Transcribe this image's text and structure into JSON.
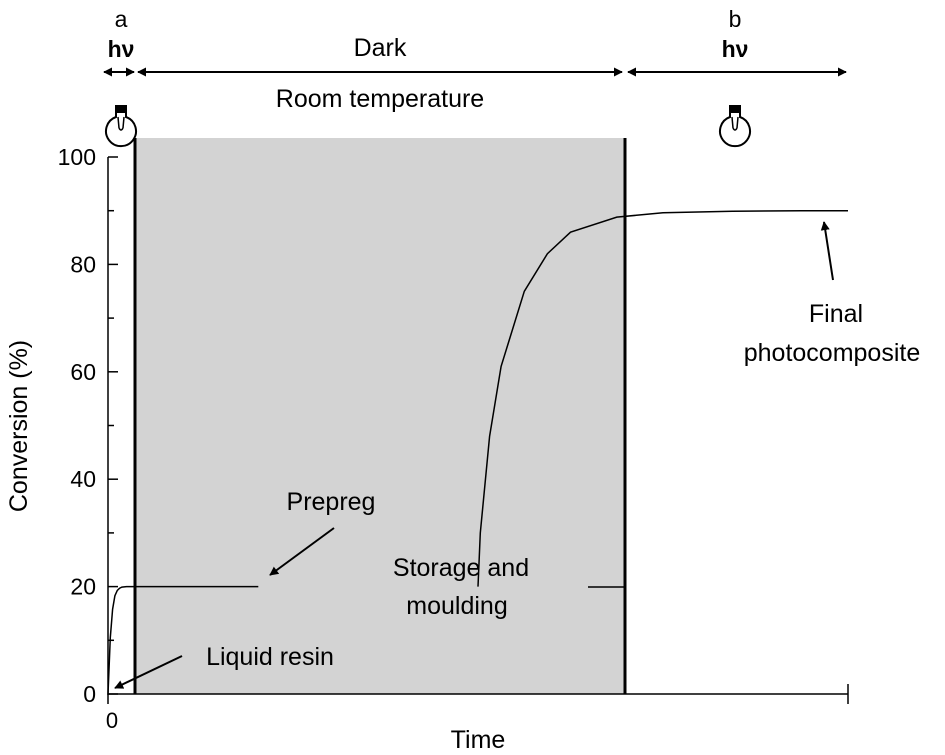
{
  "chart_data": {
    "type": "line",
    "xlabel": "Time",
    "ylabel": "Conversion (%)",
    "ylim": [
      0,
      100
    ],
    "x_tick_labels": [
      "0"
    ],
    "y_ticks": [
      0,
      20,
      40,
      60,
      80,
      100
    ],
    "grid": false,
    "phases": {
      "a": {
        "letter": "a",
        "symbol": "hν"
      },
      "dark": {
        "label": "Dark",
        "sublabel": "Room temperature"
      },
      "b": {
        "letter": "b",
        "symbol": "hν"
      }
    },
    "shaded_region_label": [
      "Storage and",
      "moulding"
    ],
    "annotations": {
      "prepreg": "Prepreg",
      "liquid_resin": "Liquid resin",
      "final": [
        "Final",
        "photocomposite"
      ]
    },
    "series": [
      {
        "x": [
          0,
          0.01,
          0.02,
          0.03,
          0.04,
          0.05,
          0.06,
          0.08,
          0.1,
          0.3,
          0.65
        ],
        "y": [
          0,
          10.5,
          15.8,
          18.3,
          19.3,
          19.7,
          19.9,
          20,
          20,
          20,
          20
        ]
      },
      {
        "x": [
          1.6,
          1.61,
          1.65,
          1.7,
          1.8,
          1.9,
          2.0,
          2.2,
          2.4,
          2.7,
          3.0,
          3.2
        ],
        "y": [
          20,
          30,
          48,
          61,
          75,
          82,
          86,
          88.8,
          89.6,
          89.9,
          90,
          90
        ]
      }
    ]
  }
}
